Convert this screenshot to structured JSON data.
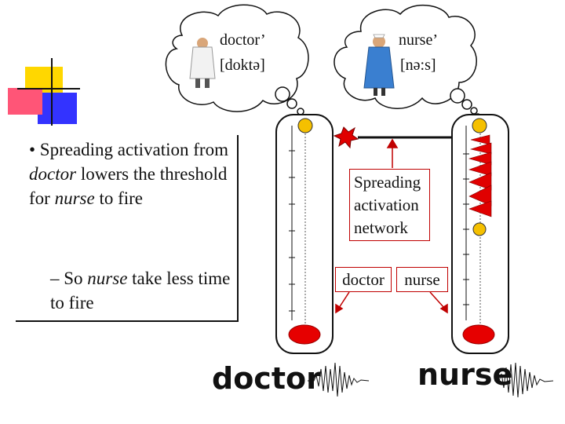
{
  "bullets": {
    "main": "• Spreading activation from doctor lowers the threshold for nurse to fire",
    "main_parts": [
      "• Spreading activation from ",
      "doctor",
      " lowers the threshold for ",
      "nurse",
      " to fire"
    ],
    "sub_parts": [
      "– So ",
      "nurse",
      " take less time to fire"
    ]
  },
  "bubbles": {
    "left": {
      "word": "doctor’",
      "phonetic": "[doktə]"
    },
    "right": {
      "word": "nurse’",
      "phonetic": "[nə:s]"
    }
  },
  "network": {
    "label": "Spreading activation network",
    "label_lines": [
      "Spreading",
      "activation",
      "network"
    ],
    "words": [
      "doctor",
      "nurse"
    ]
  },
  "spoken_words": {
    "left": "doctor",
    "right": "nurse"
  },
  "colors": {
    "accent_red": "#e00000",
    "box_border": "#c00000",
    "thermo_bulb": "#e60000",
    "node_yellow": "#f5c000",
    "deco_yellow": "#ffd700",
    "deco_blue": "#3333ff",
    "deco_pink": "#ff5577"
  },
  "icons": [
    "doctor-figure-icon",
    "nurse-figure-icon",
    "spark-icon",
    "waveform-icon"
  ]
}
